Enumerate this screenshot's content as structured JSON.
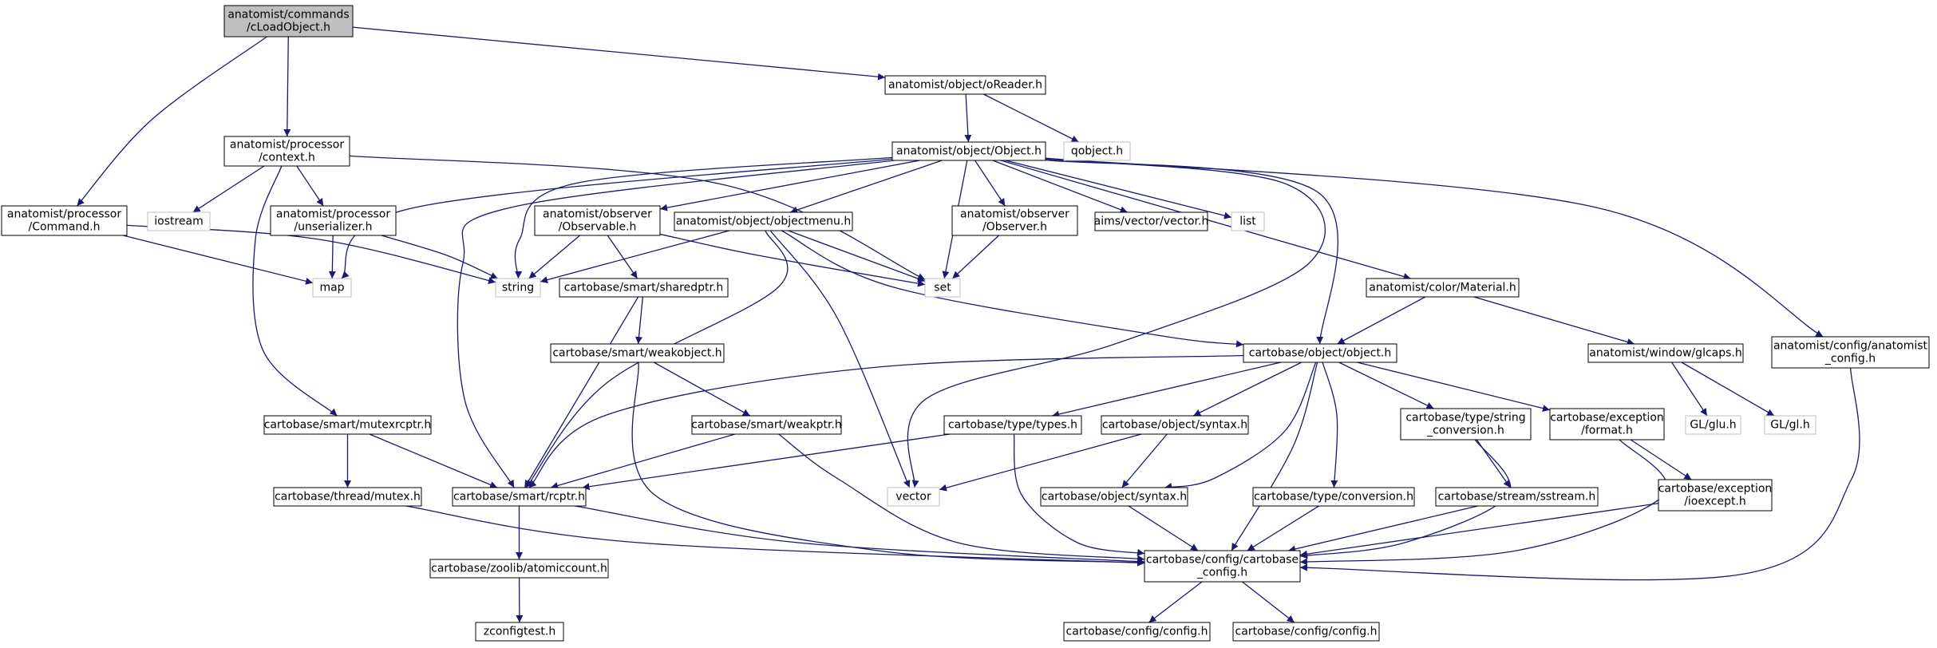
{
  "graph": {
    "nodes": [
      {
        "id": "cLoadObject",
        "lines": [
          "anatomist/commands",
          "/cLoadObject.h"
        ],
        "kind": "root"
      },
      {
        "id": "oReader",
        "lines": [
          "anatomist/object/oReader.h"
        ],
        "kind": "normal"
      },
      {
        "id": "qobject",
        "lines": [
          "qobject.h"
        ],
        "kind": "external"
      },
      {
        "id": "Object",
        "lines": [
          "anatomist/object/Object.h"
        ],
        "kind": "normal"
      },
      {
        "id": "context",
        "lines": [
          "anatomist/processor",
          "/context.h"
        ],
        "kind": "normal"
      },
      {
        "id": "Command",
        "lines": [
          "anatomist/processor",
          "/Command.h"
        ],
        "kind": "normal"
      },
      {
        "id": "iostream",
        "lines": [
          "iostream"
        ],
        "kind": "external"
      },
      {
        "id": "unserializer",
        "lines": [
          "anatomist/processor",
          "/unserializer.h"
        ],
        "kind": "normal"
      },
      {
        "id": "Observable",
        "lines": [
          "anatomist/observer",
          "/Observable.h"
        ],
        "kind": "normal"
      },
      {
        "id": "objectmenu",
        "lines": [
          "anatomist/object/objectmenu.h"
        ],
        "kind": "normal"
      },
      {
        "id": "Observer",
        "lines": [
          "anatomist/observer",
          "/Observer.h"
        ],
        "kind": "normal"
      },
      {
        "id": "aimsvector",
        "lines": [
          "aims/vector/vector.h"
        ],
        "kind": "normal"
      },
      {
        "id": "list",
        "lines": [
          "list"
        ],
        "kind": "external"
      },
      {
        "id": "map",
        "lines": [
          "map"
        ],
        "kind": "external"
      },
      {
        "id": "string",
        "lines": [
          "string"
        ],
        "kind": "external"
      },
      {
        "id": "set",
        "lines": [
          "set"
        ],
        "kind": "external"
      },
      {
        "id": "sharedptr",
        "lines": [
          "cartobase/smart/sharedptr.h"
        ],
        "kind": "normal"
      },
      {
        "id": "Material",
        "lines": [
          "anatomist/color/Material.h"
        ],
        "kind": "normal"
      },
      {
        "id": "anaconfig",
        "lines": [
          "anatomist/config/anatomist",
          "_config.h"
        ],
        "kind": "normal"
      },
      {
        "id": "weakobject",
        "lines": [
          "cartobase/smart/weakobject.h"
        ],
        "kind": "normal"
      },
      {
        "id": "cbobject",
        "lines": [
          "cartobase/object/object.h"
        ],
        "kind": "normal"
      },
      {
        "id": "glcaps",
        "lines": [
          "anatomist/window/glcaps.h"
        ],
        "kind": "normal"
      },
      {
        "id": "mutexrcptr",
        "lines": [
          "cartobase/smart/mutexrcptr.h"
        ],
        "kind": "normal"
      },
      {
        "id": "weakptr",
        "lines": [
          "cartobase/smart/weakptr.h"
        ],
        "kind": "normal"
      },
      {
        "id": "types",
        "lines": [
          "cartobase/type/types.h"
        ],
        "kind": "normal"
      },
      {
        "id": "syntax1",
        "lines": [
          "cartobase/object/syntax.h"
        ],
        "kind": "normal"
      },
      {
        "id": "strconv",
        "lines": [
          "cartobase/type/string",
          "_conversion.h"
        ],
        "kind": "normal"
      },
      {
        "id": "format",
        "lines": [
          "cartobase/exception",
          "/format.h"
        ],
        "kind": "normal"
      },
      {
        "id": "glu",
        "lines": [
          "GL/glu.h"
        ],
        "kind": "external"
      },
      {
        "id": "gl",
        "lines": [
          "GL/gl.h"
        ],
        "kind": "external"
      },
      {
        "id": "mutex",
        "lines": [
          "cartobase/thread/mutex.h"
        ],
        "kind": "normal"
      },
      {
        "id": "rcptr",
        "lines": [
          "cartobase/smart/rcptr.h"
        ],
        "kind": "normal"
      },
      {
        "id": "vector",
        "lines": [
          "vector"
        ],
        "kind": "external"
      },
      {
        "id": "syntax2",
        "lines": [
          "cartobase/object/syntax.h"
        ],
        "kind": "normal"
      },
      {
        "id": "conversion",
        "lines": [
          "cartobase/type/conversion.h"
        ],
        "kind": "normal"
      },
      {
        "id": "sstream",
        "lines": [
          "cartobase/stream/sstream.h"
        ],
        "kind": "normal"
      },
      {
        "id": "ioexcept",
        "lines": [
          "cartobase/exception",
          "/ioexcept.h"
        ],
        "kind": "normal"
      },
      {
        "id": "atomiccount",
        "lines": [
          "cartobase/zoolib/atomiccount.h"
        ],
        "kind": "normal"
      },
      {
        "id": "cbconfig",
        "lines": [
          "cartobase/config/cartobase",
          "_config.h"
        ],
        "kind": "normal"
      },
      {
        "id": "zconfigtest",
        "lines": [
          "zconfigtest.h"
        ],
        "kind": "normal"
      },
      {
        "id": "config1",
        "lines": [
          "cartobase/config/config.h"
        ],
        "kind": "normal"
      },
      {
        "id": "config2",
        "lines": [
          "cartobase/config/config.h"
        ],
        "kind": "normal"
      }
    ],
    "edges": [
      [
        "cLoadObject",
        "oReader"
      ],
      [
        "cLoadObject",
        "context"
      ],
      [
        "cLoadObject",
        "Command"
      ],
      [
        "oReader",
        "Object"
      ],
      [
        "oReader",
        "qobject"
      ],
      [
        "Object",
        "Observable"
      ],
      [
        "Object",
        "objectmenu"
      ],
      [
        "Object",
        "Observer"
      ],
      [
        "Object",
        "aimsvector"
      ],
      [
        "Object",
        "list"
      ],
      [
        "Object",
        "map"
      ],
      [
        "Object",
        "string"
      ],
      [
        "Object",
        "set"
      ],
      [
        "Object",
        "Material"
      ],
      [
        "Object",
        "anaconfig"
      ],
      [
        "Object",
        "cbobject"
      ],
      [
        "Object",
        "rcptr"
      ],
      [
        "Object",
        "vector"
      ],
      [
        "context",
        "iostream"
      ],
      [
        "context",
        "unserializer"
      ],
      [
        "context",
        "set"
      ],
      [
        "context",
        "mutexrcptr"
      ],
      [
        "Command",
        "map"
      ],
      [
        "Command",
        "string"
      ],
      [
        "unserializer",
        "map"
      ],
      [
        "unserializer",
        "string"
      ],
      [
        "Observable",
        "string"
      ],
      [
        "Observable",
        "set"
      ],
      [
        "Observable",
        "sharedptr"
      ],
      [
        "objectmenu",
        "string"
      ],
      [
        "objectmenu",
        "set"
      ],
      [
        "objectmenu",
        "cbobject"
      ],
      [
        "objectmenu",
        "rcptr"
      ],
      [
        "objectmenu",
        "vector"
      ],
      [
        "Observer",
        "set"
      ],
      [
        "sharedptr",
        "weakobject"
      ],
      [
        "sharedptr",
        "rcptr"
      ],
      [
        "Material",
        "cbobject"
      ],
      [
        "Material",
        "glcaps"
      ],
      [
        "anaconfig",
        "cbconfig"
      ],
      [
        "weakobject",
        "weakptr"
      ],
      [
        "weakobject",
        "cbconfig"
      ],
      [
        "cbobject",
        "rcptr"
      ],
      [
        "cbobject",
        "types"
      ],
      [
        "cbobject",
        "syntax1"
      ],
      [
        "cbobject",
        "strconv"
      ],
      [
        "cbobject",
        "format"
      ],
      [
        "cbobject",
        "syntax2"
      ],
      [
        "cbobject",
        "conversion"
      ],
      [
        "cbobject",
        "cbconfig"
      ],
      [
        "glcaps",
        "glu"
      ],
      [
        "glcaps",
        "gl"
      ],
      [
        "mutexrcptr",
        "mutex"
      ],
      [
        "mutexrcptr",
        "rcptr"
      ],
      [
        "weakptr",
        "rcptr"
      ],
      [
        "weakptr",
        "cbconfig"
      ],
      [
        "types",
        "rcptr"
      ],
      [
        "types",
        "cbconfig"
      ],
      [
        "syntax1",
        "vector"
      ],
      [
        "syntax1",
        "syntax2"
      ],
      [
        "strconv",
        "sstream"
      ],
      [
        "strconv",
        "cbconfig"
      ],
      [
        "format",
        "ioexcept"
      ],
      [
        "format",
        "cbconfig"
      ],
      [
        "mutex",
        "cbconfig"
      ],
      [
        "rcptr",
        "atomiccount"
      ],
      [
        "rcptr",
        "cbconfig"
      ],
      [
        "syntax2",
        "cbconfig"
      ],
      [
        "conversion",
        "cbconfig"
      ],
      [
        "sstream",
        "cbconfig"
      ],
      [
        "ioexcept",
        "cbconfig"
      ],
      [
        "atomiccount",
        "zconfigtest"
      ],
      [
        "cbconfig",
        "config1"
      ],
      [
        "cbconfig",
        "config2"
      ]
    ]
  }
}
